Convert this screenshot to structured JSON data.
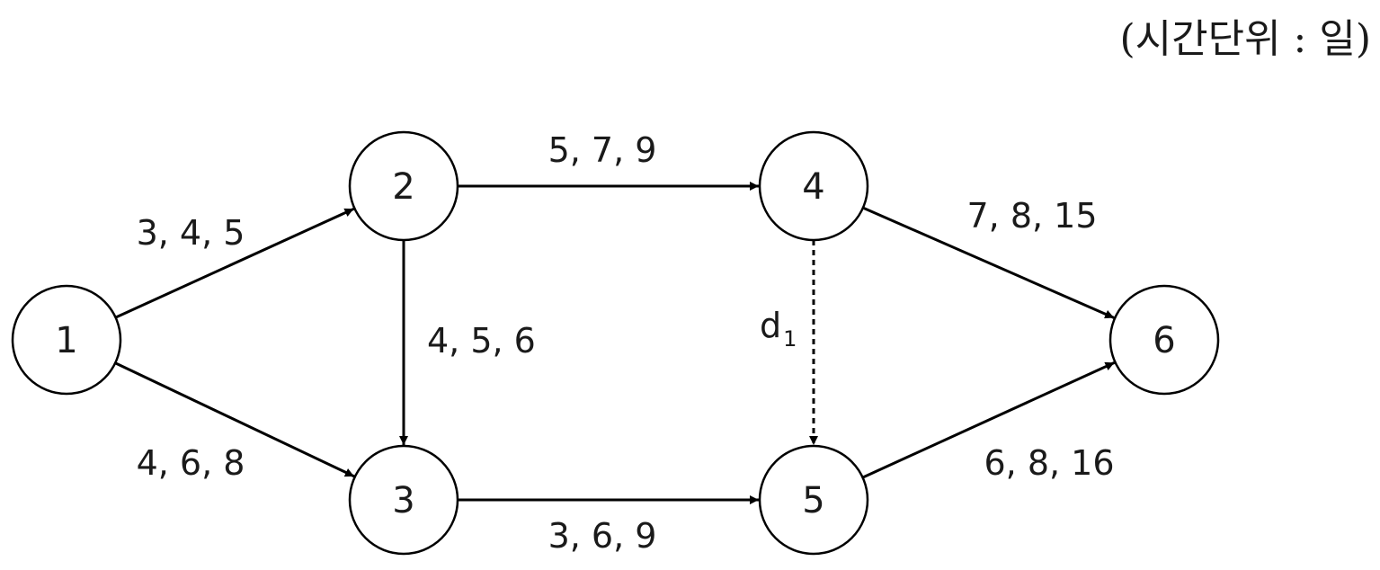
{
  "unit_note": "(시간단위 : 일)",
  "nodes": [
    {
      "id": "1",
      "label": "1"
    },
    {
      "id": "2",
      "label": "2"
    },
    {
      "id": "3",
      "label": "3"
    },
    {
      "id": "4",
      "label": "4"
    },
    {
      "id": "5",
      "label": "5"
    },
    {
      "id": "6",
      "label": "6"
    }
  ],
  "edges": [
    {
      "from": "1",
      "to": "2",
      "label": "3, 4, 5",
      "dashed": false
    },
    {
      "from": "1",
      "to": "3",
      "label": "4, 6, 8",
      "dashed": false
    },
    {
      "from": "2",
      "to": "3",
      "label": "4, 5, 6",
      "dashed": false
    },
    {
      "from": "2",
      "to": "4",
      "label": "5, 7, 9",
      "dashed": false
    },
    {
      "from": "3",
      "to": "5",
      "label": "3, 6, 9",
      "dashed": false
    },
    {
      "from": "4",
      "to": "5",
      "label": "d",
      "subscript": "1",
      "dashed": true
    },
    {
      "from": "4",
      "to": "6",
      "label": "7, 8, 15",
      "dashed": false
    },
    {
      "from": "5",
      "to": "6",
      "label": "6, 8, 16",
      "dashed": false
    }
  ]
}
